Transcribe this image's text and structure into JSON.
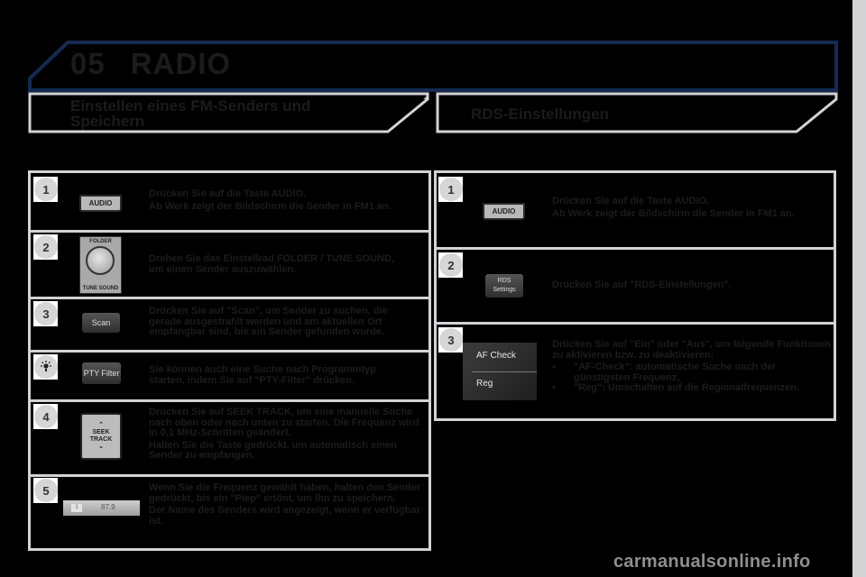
{
  "header": {
    "chapter_number": "05",
    "chapter_title": "RADIO"
  },
  "colors": {
    "banner_border": "#142a52",
    "frame_gray": "#d2d3d5",
    "background": "#000000",
    "badge_gray": "#d6d6d6"
  },
  "left_section": {
    "title": "Einstellen eines FM-Senders und Speichern",
    "steps": [
      {
        "badge": "1",
        "control": {
          "type": "button",
          "label": "AUDIO"
        },
        "text": [
          "Drücken Sie auf die Taste AUDIO.",
          "Ab Werk zeigt der Bildschirm die Sender in FM1 an."
        ]
      },
      {
        "badge": "2",
        "control": {
          "type": "knob",
          "label_top": "FOLDER",
          "label_bottom": "TUNE SOUND"
        },
        "text": [
          "Drehen Sie das Einstellrad FOLDER / TUNE SOUND, um einen Sender auszuwählen."
        ]
      },
      {
        "badge": "3",
        "control": {
          "type": "button",
          "label": "Scan"
        },
        "text": [
          "Drücken Sie auf \"Scan\", um Sender zu suchen, die gerade ausgestrahlt werden und am aktuellen Ort empfangbar sind, bis ein Sender gefunden wurde."
        ]
      },
      {
        "badge": "tip",
        "badge_icon": "lightbulb-icon",
        "control": {
          "type": "button",
          "label": "PTY Filter"
        },
        "text": [
          "Sie können auch eine Suche nach Programmtyp starten, indem Sie auf \"PTY-Filter\" drücken."
        ]
      },
      {
        "badge": "4",
        "control": {
          "type": "rocker",
          "label_line1": "SEEK",
          "label_line2": "TRACK"
        },
        "text": [
          "Drücken Sie auf SEEK TRACK, um eine manuelle Suche nach oben oder nach unten zu starten. Die Frequenz wird in 0,1 MHz-Schritten geändert.",
          "Halten Sie die Taste gedrückt, um automatisch einen Sender zu empfangen."
        ]
      },
      {
        "badge": "5",
        "control": {
          "type": "preset-bar",
          "preset": "1",
          "frequency": "87.9"
        },
        "text": [
          "Wenn Sie die Frequenz gewählt haben, halten den Sender gedrückt, bis ein \"Piep\" ertönt, um ihn zu speichern.",
          "Der Name des Senders wird angezeigt, wenn er verfügbar ist."
        ]
      }
    ]
  },
  "right_section": {
    "title": "RDS-Einstellungen",
    "steps": [
      {
        "badge": "1",
        "control": {
          "type": "button",
          "label": "AUDIO"
        },
        "text": [
          "Drücken Sie auf die Taste AUDIO.",
          "Ab Werk zeigt der Bildschirm die Sender in FM1 an."
        ]
      },
      {
        "badge": "2",
        "control": {
          "type": "button",
          "label_line1": "RDS",
          "label_line2": "Settings"
        },
        "text": [
          "Drücken Sie auf \"RDS-Einstellungen\"."
        ]
      },
      {
        "badge": "3",
        "control": {
          "type": "option-list",
          "options": [
            "AF Check",
            "Reg"
          ]
        },
        "intro": "Drücken Sie auf \"Ein\" oder \"Aus\", um folgende Funktionen zu aktivieren bzw. zu deaktivieren:",
        "bullets": [
          "\"AF-Check\": automatische Suche nach der günstigsten Frequenz,",
          "\"Reg\": Umschalten auf die Regionalfrequenzen."
        ]
      }
    ]
  },
  "watermark": "carmanualsonline.info"
}
